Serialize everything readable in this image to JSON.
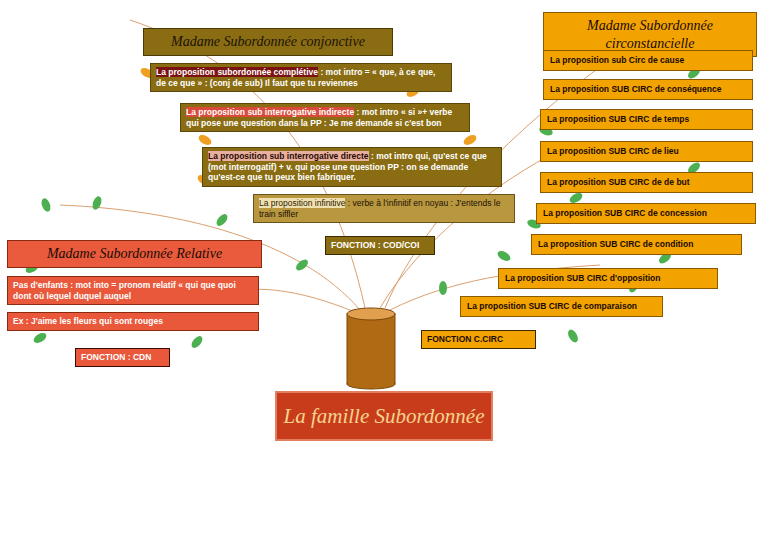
{
  "diagram": {
    "nodes": [
      {
        "text": [
          "Madame Subordonnée conjonctive"
        ]
      },
      {
        "text": [
          "La proposition subordonnée complétive",
          ": mot intro = « que, à ce que, de ce que » : (conj de sub) Il faut que tu reviennes"
        ]
      },
      {
        "text": [
          "La proposition sub interrogative indirecte",
          ": mot intro « si »+ verbe qui pose une question dans la PP : Je me demande si c'est bon"
        ]
      },
      {
        "text": [
          "La proposition sub interrogative directe",
          ": mot intro qui, qu'est ce que (mot interrogatif) + v. qui pose une question PP : on se demande qu'est-ce que tu peux bien fabriquer."
        ]
      },
      {
        "text": [
          "La proposition infinitive",
          ": verbe à l'infinitif en noyau : J'entends le train siffler"
        ]
      },
      {
        "text": [
          "FONCTION : COD/COI"
        ]
      },
      {
        "text": [
          "Madame Subordonnée Relative"
        ]
      },
      {
        "text": [
          "Pas d'enfants : mot into = pronom relatif « qui que quoi dont où lequel duquel auquel"
        ]
      },
      {
        "text": [
          "Ex : J'aime les fleurs qui sont rouges"
        ]
      },
      {
        "text": [
          "FONCTION : CDN"
        ]
      },
      {
        "text": [
          "Madame Subordonnée circonstancielle"
        ]
      },
      {
        "text": [
          "La proposition sub Circ de cause"
        ]
      },
      {
        "text": [
          "La proposition SUB CIRC de conséquence"
        ]
      },
      {
        "text": [
          "La proposition SUB CIRC de temps"
        ]
      },
      {
        "text": [
          "La proposition SUB CIRC de lieu"
        ]
      },
      {
        "text": [
          "La proposition SUB CIRC de de but"
        ]
      },
      {
        "text": [
          "La proposition SUB CIRC de concession"
        ]
      },
      {
        "text": [
          "La proposition SUB CIRC de condition"
        ]
      },
      {
        "text": [
          "La proposition SUB CIRC d'opposition"
        ]
      },
      {
        "text": [
          "La proposition SUB CIRC de comparaison"
        ]
      },
      {
        "text": [
          "FONCTION C.CIRC"
        ]
      },
      {
        "text": [
          "La famille Subordonnée"
        ]
      }
    ]
  }
}
